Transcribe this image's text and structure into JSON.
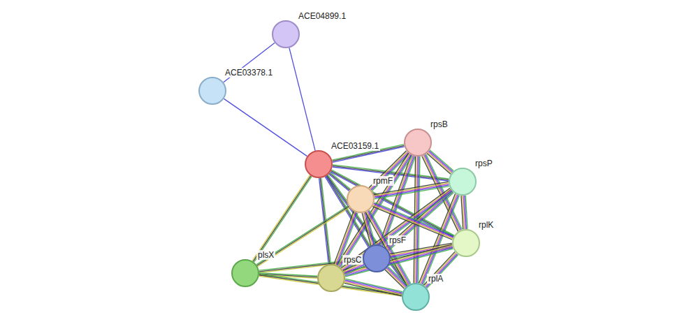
{
  "diagram": {
    "nodes": [
      {
        "text": [
          "ACE04899.1"
        ]
      },
      {
        "text": [
          "ACE03378.1"
        ]
      },
      {
        "text": [
          "ACE03159.1"
        ]
      },
      {
        "text": [
          "rpsB"
        ]
      },
      {
        "text": [
          "rpsP"
        ]
      },
      {
        "text": [
          "rpmF"
        ]
      },
      {
        "text": [
          "rplK"
        ]
      },
      {
        "text": [
          "rpsF"
        ]
      },
      {
        "text": [
          "plsX"
        ]
      },
      {
        "text": [
          "rpsC"
        ]
      },
      {
        "text": [
          "rplA"
        ]
      }
    ],
    "edges": [
      {
        "from": 0,
        "to": 1,
        "arrow": "none"
      },
      {
        "from": 0,
        "to": 2,
        "arrow": "none"
      },
      {
        "from": 1,
        "to": 2,
        "arrow": "none"
      },
      {
        "from": 2,
        "to": 3,
        "arrow": "none"
      },
      {
        "from": 2,
        "to": 4,
        "arrow": "none"
      },
      {
        "from": 2,
        "to": 5,
        "arrow": "none"
      },
      {
        "from": 2,
        "to": 6,
        "arrow": "none"
      },
      {
        "from": 2,
        "to": 7,
        "arrow": "none"
      },
      {
        "from": 2,
        "to": 8,
        "arrow": "none"
      },
      {
        "from": 2,
        "to": 9,
        "arrow": "none"
      },
      {
        "from": 2,
        "to": 10,
        "arrow": "none"
      },
      {
        "from": 8,
        "to": 5,
        "arrow": "none"
      },
      {
        "from": 8,
        "to": 7,
        "arrow": "none"
      },
      {
        "from": 8,
        "to": 9,
        "arrow": "none"
      },
      {
        "from": 8,
        "to": 10,
        "arrow": "none"
      },
      {
        "from": 3,
        "to": 4,
        "arrow": "none"
      },
      {
        "from": 3,
        "to": 5,
        "arrow": "none"
      },
      {
        "from": 3,
        "to": 6,
        "arrow": "none"
      },
      {
        "from": 3,
        "to": 7,
        "arrow": "none"
      },
      {
        "from": 3,
        "to": 9,
        "arrow": "none"
      },
      {
        "from": 3,
        "to": 10,
        "arrow": "none"
      },
      {
        "from": 4,
        "to": 5,
        "arrow": "none"
      },
      {
        "from": 4,
        "to": 6,
        "arrow": "none"
      },
      {
        "from": 4,
        "to": 7,
        "arrow": "none"
      },
      {
        "from": 4,
        "to": 9,
        "arrow": "none"
      },
      {
        "from": 4,
        "to": 10,
        "arrow": "none"
      },
      {
        "from": 5,
        "to": 6,
        "arrow": "none"
      },
      {
        "from": 5,
        "to": 7,
        "arrow": "none"
      },
      {
        "from": 5,
        "to": 9,
        "arrow": "none"
      },
      {
        "from": 5,
        "to": 10,
        "arrow": "none"
      },
      {
        "from": 6,
        "to": 7,
        "arrow": "none"
      },
      {
        "from": 6,
        "to": 9,
        "arrow": "none"
      },
      {
        "from": 6,
        "to": 10,
        "arrow": "none"
      },
      {
        "from": 7,
        "to": 9,
        "arrow": "none"
      },
      {
        "from": 7,
        "to": 10,
        "arrow": "none"
      },
      {
        "from": 9,
        "to": 10,
        "arrow": "none"
      }
    ]
  }
}
